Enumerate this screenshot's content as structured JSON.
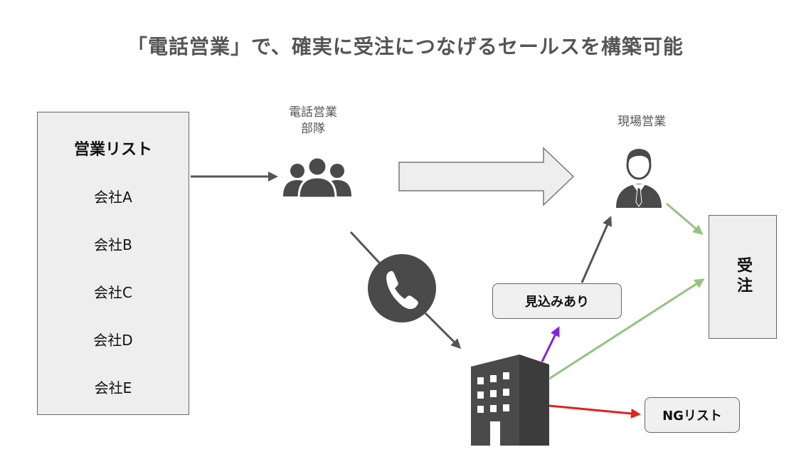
{
  "title": "「電話営業」で、確実に受注につなげるセールスを構築可能",
  "sales_list": {
    "heading": "営業リスト",
    "companies": [
      "会社A",
      "会社B",
      "会社C",
      "会社D",
      "会社E"
    ]
  },
  "phone_team": {
    "line1": "電話営業",
    "line2": "部隊"
  },
  "field_sales": {
    "label": "現場営業"
  },
  "prospect": {
    "label": "見込みあり"
  },
  "order": {
    "label": "受注"
  },
  "ng_list": {
    "label": "NGリスト"
  },
  "colors": {
    "dark_icon": "#4a4a4a",
    "arrow_gray": "#555555",
    "arrow_purple": "#8a1de6",
    "arrow_red": "#e61f1f",
    "arrow_green": "#93c47d",
    "box_fill": "#eeeeee",
    "box_border": "#666666"
  },
  "icons": {
    "phone_team": "group-of-people-icon",
    "field_sales": "businessman-icon",
    "call": "phone-handset-icon",
    "company": "office-building-icon",
    "flow": "big-right-arrow-icon"
  }
}
